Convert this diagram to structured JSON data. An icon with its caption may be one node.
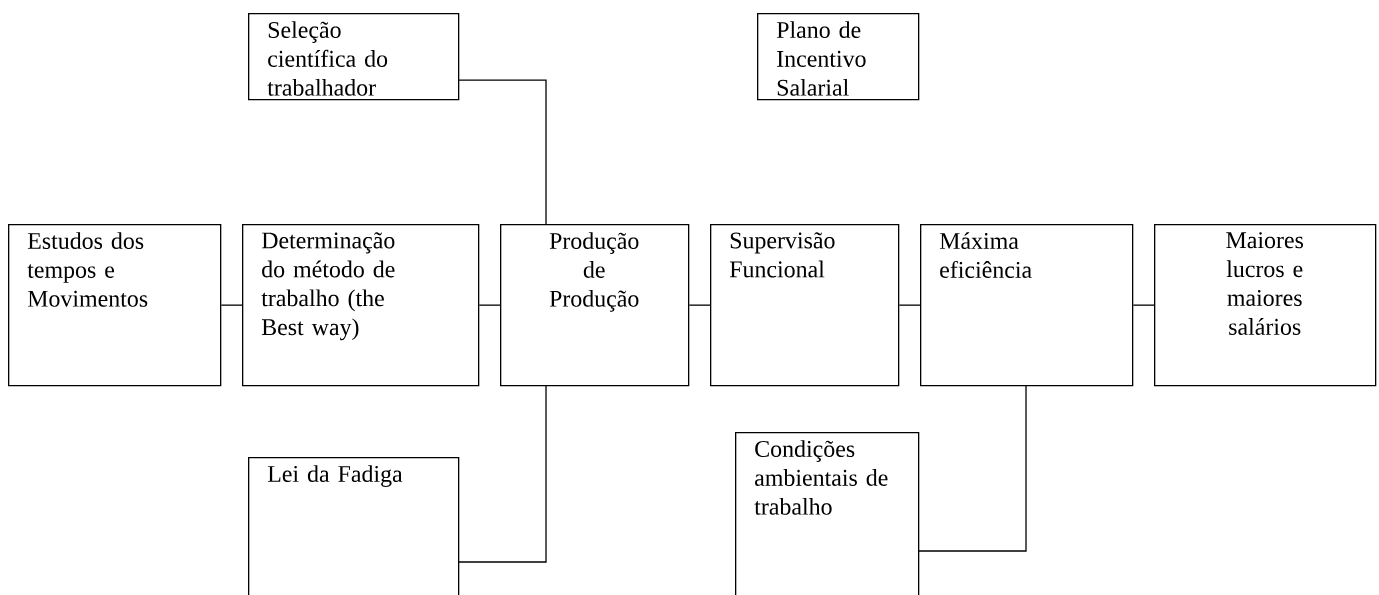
{
  "diagram": {
    "nodes": [
      {
        "text": [
          "Seleção científica do trabalhador"
        ]
      },
      {
        "text": [
          "Plano de Incentivo Salarial"
        ]
      },
      {
        "text": [
          "Estudos dos tempos e Movimentos"
        ]
      },
      {
        "text": [
          "Determinação do método de trabalho (the Best way)"
        ]
      },
      {
        "text": [
          "Produção de Produção"
        ]
      },
      {
        "text": [
          "Supervisão Funcional"
        ]
      },
      {
        "text": [
          "Máxima eficiência"
        ]
      },
      {
        "text": [
          "Maiores lucros e maiores salários"
        ]
      },
      {
        "text": [
          "Lei da Fadiga"
        ]
      },
      {
        "text": [
          "Condições ambientais de trabalho"
        ]
      }
    ],
    "edges": [
      {
        "from": 0,
        "to": 4,
        "arrow": "none"
      },
      {
        "from": 2,
        "to": 3,
        "arrow": "none"
      },
      {
        "from": 3,
        "to": 4,
        "arrow": "none"
      },
      {
        "from": 4,
        "to": 5,
        "arrow": "none"
      },
      {
        "from": 5,
        "to": 6,
        "arrow": "none"
      },
      {
        "from": 6,
        "to": 7,
        "arrow": "none"
      },
      {
        "from": 8,
        "to": 4,
        "arrow": "none"
      },
      {
        "from": 9,
        "to": 6,
        "arrow": "none"
      }
    ]
  }
}
